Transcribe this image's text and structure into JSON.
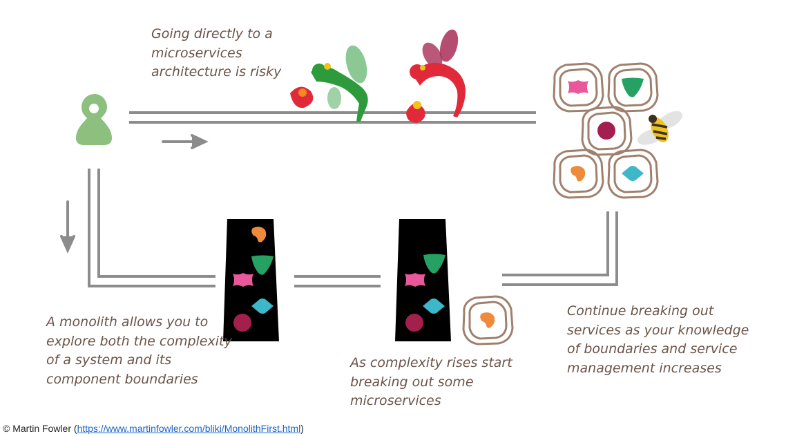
{
  "labels": {
    "risky": [
      "Going directly to a",
      "microservices",
      "architecture is risky"
    ],
    "monolith": [
      "A monolith allows you to",
      "explore both the complexity",
      "of a system and its",
      "component boundaries"
    ],
    "complexity": [
      "As complexity rises start",
      "breaking out some",
      "microservices"
    ],
    "continue": [
      "Continue breaking out",
      "services as your knowledge",
      "of boundaries and service",
      "management increases"
    ]
  },
  "credit": {
    "prefix": "© Martin Fowler (",
    "link": "https://www.martinfowler.com/bliki/MonolithFirst.html",
    "suffix": ")"
  },
  "colors": {
    "track": "#8c8c8c",
    "person": "#8dbf7f",
    "text": "#6b5347",
    "hex_outline": "#a0806c",
    "pink": "#e8589b",
    "green": "#27a163",
    "maroon": "#a3204e",
    "orange": "#ee8a3c",
    "teal": "#3db8c8",
    "dragon_green": "#2d9a3b",
    "dragon_red": "#e02a3a"
  }
}
